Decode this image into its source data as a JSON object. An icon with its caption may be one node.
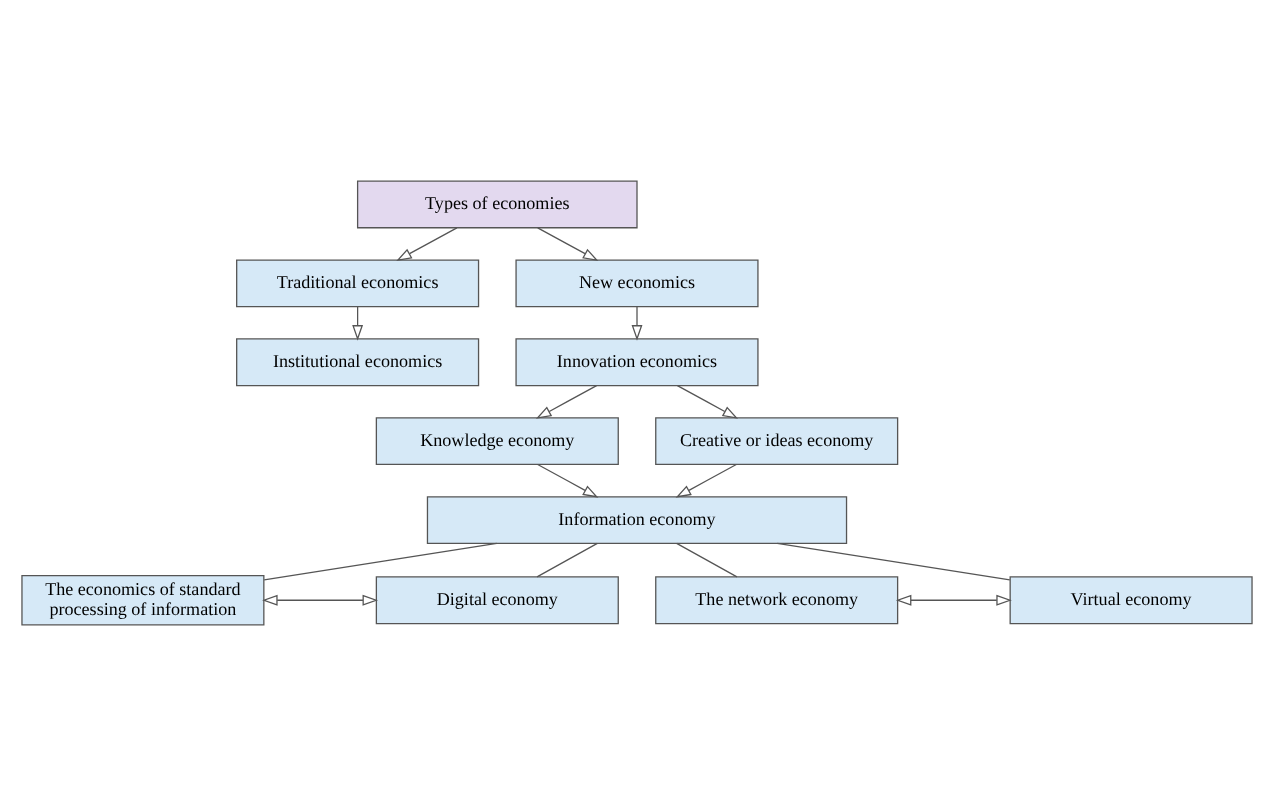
{
  "diagram": {
    "nodes": [
      {
        "text": [
          "Types of economies"
        ]
      },
      {
        "text": [
          "Traditional economics"
        ]
      },
      {
        "text": [
          "New economics"
        ]
      },
      {
        "text": [
          "Institutional economics"
        ]
      },
      {
        "text": [
          "Innovation economics"
        ]
      },
      {
        "text": [
          "Knowledge economy"
        ]
      },
      {
        "text": [
          "Creative or ideas economy"
        ]
      },
      {
        "text": [
          "Information economy"
        ]
      },
      {
        "text": [
          "The economics of standard processing of information"
        ]
      },
      {
        "text": [
          "Digital economy"
        ]
      },
      {
        "text": [
          "The network economy"
        ]
      },
      {
        "text": [
          "Virtual economy"
        ]
      }
    ],
    "edges": [
      {
        "from": 0,
        "to": 1,
        "arrow": "to"
      },
      {
        "from": 0,
        "to": 2,
        "arrow": "to"
      },
      {
        "from": 1,
        "to": 3,
        "arrow": "to"
      },
      {
        "from": 2,
        "to": 4,
        "arrow": "to"
      },
      {
        "from": 4,
        "to": 5,
        "arrow": "to"
      },
      {
        "from": 4,
        "to": 6,
        "arrow": "to"
      },
      {
        "from": 5,
        "to": 7,
        "arrow": "to"
      },
      {
        "from": 6,
        "to": 7,
        "arrow": "to"
      },
      {
        "from": 8,
        "to": 9,
        "arrow": "both"
      },
      {
        "from": 10,
        "to": 11,
        "arrow": "both"
      },
      {
        "from": 7,
        "to": 8,
        "arrow": "none"
      },
      {
        "from": 7,
        "to": 9,
        "arrow": "none"
      },
      {
        "from": 7,
        "to": 10,
        "arrow": "none"
      },
      {
        "from": 7,
        "to": 11,
        "arrow": "none"
      }
    ]
  }
}
